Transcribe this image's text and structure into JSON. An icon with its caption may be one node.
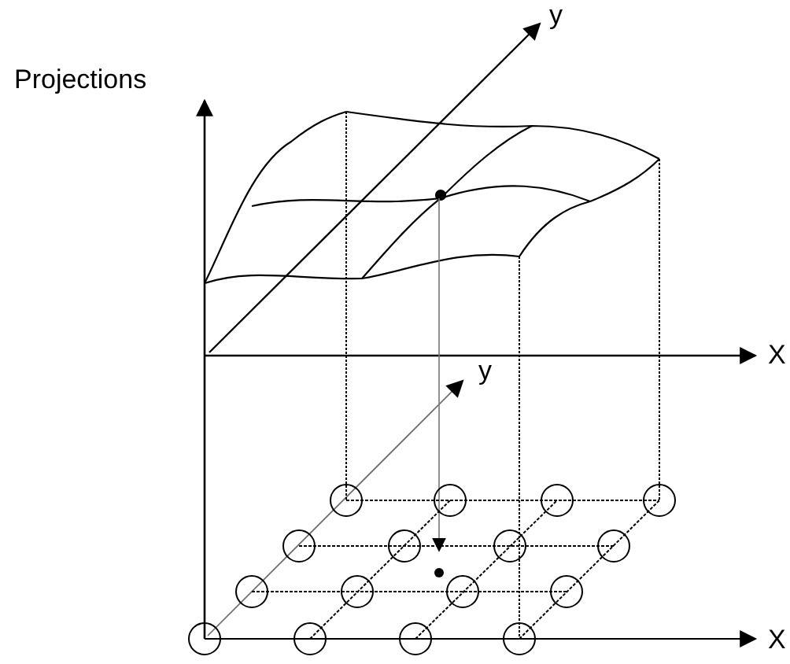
{
  "diagram": {
    "labels": [
      "y",
      "Projections",
      "X",
      "y",
      "X"
    ]
  }
}
